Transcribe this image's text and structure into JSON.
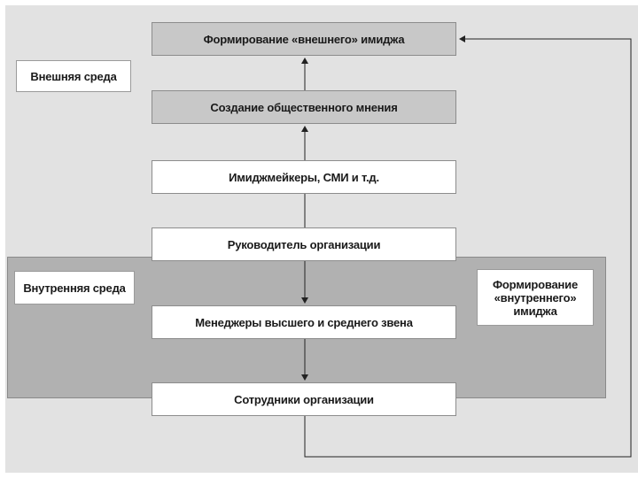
{
  "labels": {
    "external_env": "Внешняя среда",
    "internal_env": "Внутренняя среда",
    "internal_image": "Формирование «внутреннего» имиджа"
  },
  "boxes": {
    "external_image": "Формирование «внешнего» имиджа",
    "public_opinion": "Создание общественного мнения",
    "image_makers": "Имиджмейкеры, СМИ и т.д.",
    "head": "Руководитель организации",
    "managers": "Менеджеры высшего и среднего звена",
    "employees": "Сотрудники организации"
  },
  "colors": {
    "outer_background": "#e2e2e2",
    "inner_background": "#b1b1b1",
    "gray_box": "#c8c8c8",
    "white_box": "#ffffff",
    "line": "#222222"
  }
}
